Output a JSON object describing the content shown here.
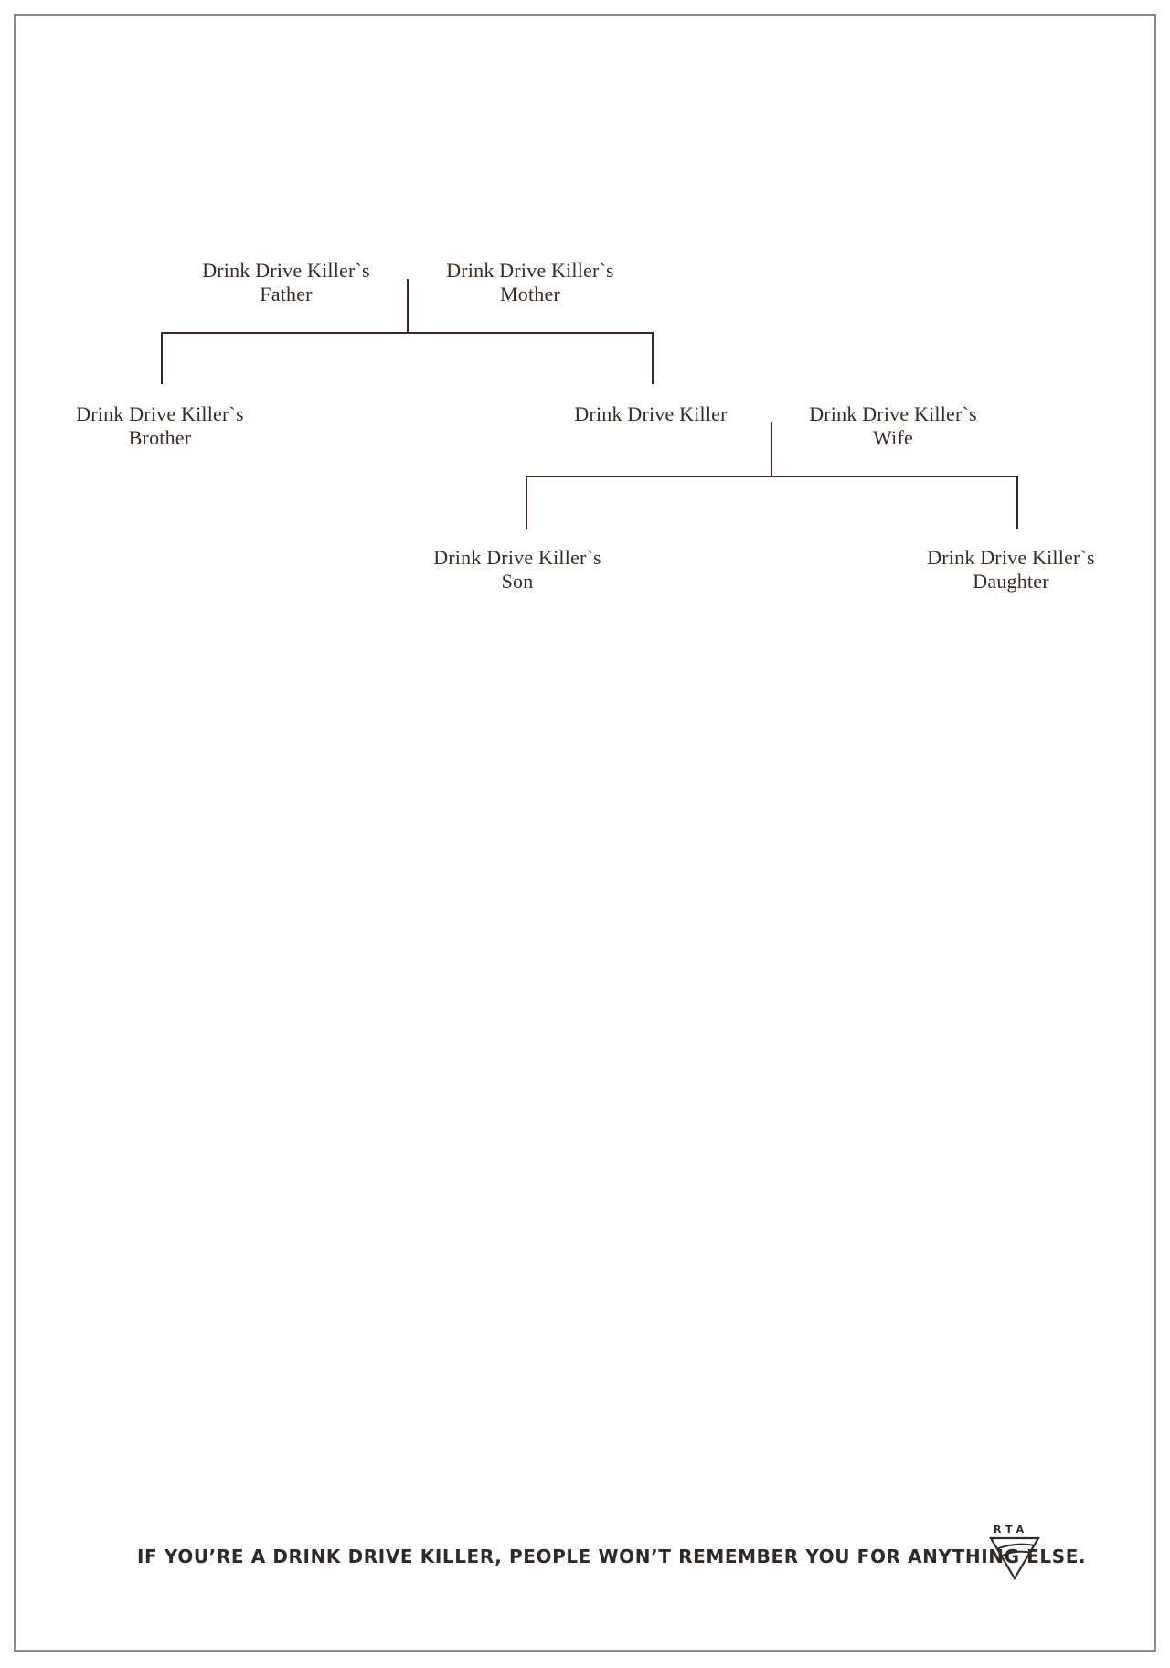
{
  "diagram": {
    "nodes": {
      "father": [
        "Drink Drive Killer`s",
        "Father"
      ],
      "mother": [
        "Drink Drive Killer`s",
        "Mother"
      ],
      "brother": [
        "Drink Drive Killer`s",
        "Brother"
      ],
      "killer": [
        "Drink Drive Killer"
      ],
      "wife": [
        "Drink Drive Killer`s",
        "Wife"
      ],
      "son": [
        "Drink Drive Killer`s",
        "Son"
      ],
      "daughter": [
        "Drink Drive Killer`s",
        "Daughter"
      ]
    },
    "tagline": "IF YOU’RE A DRINK DRIVE KILLER, PEOPLE WON’T REMEMBER YOU FOR ANYTHING ELSE.",
    "logo_text": "RTA"
  },
  "colors": {
    "ink": "#3a2a22",
    "frame": "#8a8a8a"
  }
}
